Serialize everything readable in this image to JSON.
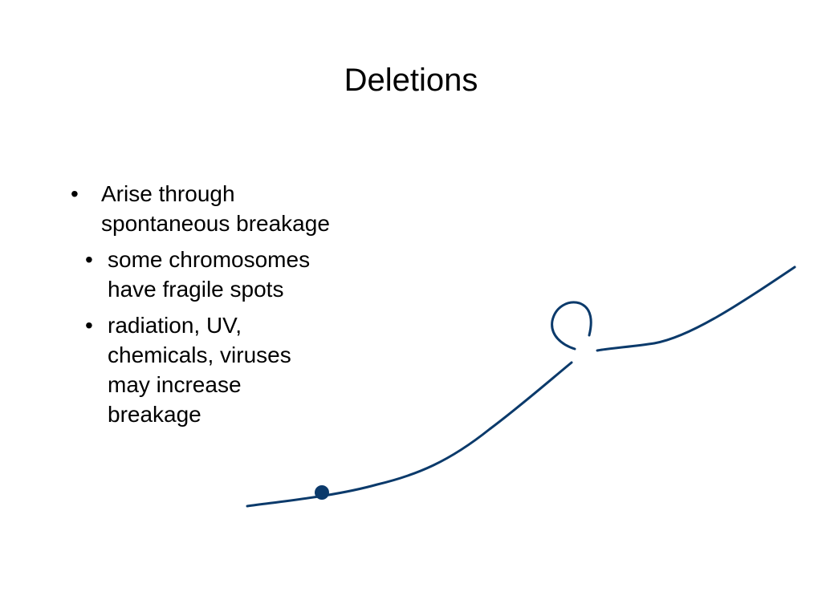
{
  "slide": {
    "title": "Deletions",
    "bullets": [
      {
        "text_lines": [
          "Arise through",
          "spontaneous breakage"
        ],
        "sub_bullets": [
          {
            "text_lines": [
              "some chromosomes",
              "have fragile spots"
            ]
          },
          {
            "text_lines": [
              "radiation, UV,",
              "chemicals, viruses",
              "may increase",
              "breakage"
            ]
          }
        ]
      }
    ],
    "bullet_symbol": "•",
    "colors": {
      "text": "#000000",
      "background": "#ffffff",
      "drawing": "#0b3a6b"
    }
  }
}
